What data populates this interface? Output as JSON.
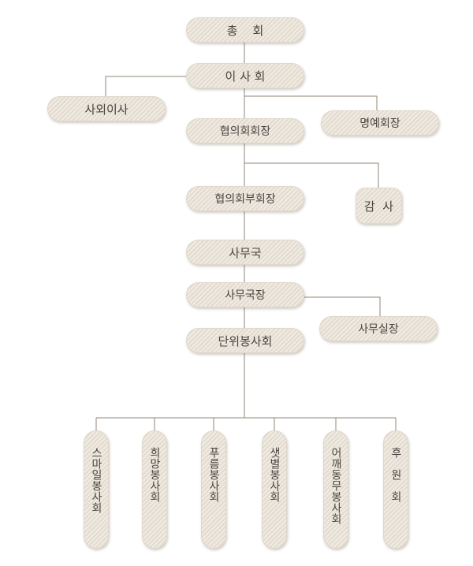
{
  "nodes": {
    "general_assembly": "총    회",
    "board_of_directors": "이 사 회",
    "outside_directors": "사외이사",
    "honorary_chair": "명예회장",
    "chairman": "협의회회장",
    "vice_chairman": "협의회부회장",
    "auditor": "감  사",
    "secretariat": "사무국",
    "secretary_general": "사무국장",
    "office_manager": "사무실장",
    "volunteer_groups": "단위봉사회",
    "groups": [
      "스마일봉사회",
      "희망봉사회",
      "푸름봉사회",
      "샛별봉사회",
      "어깨동무봉사회",
      "후원회"
    ]
  }
}
